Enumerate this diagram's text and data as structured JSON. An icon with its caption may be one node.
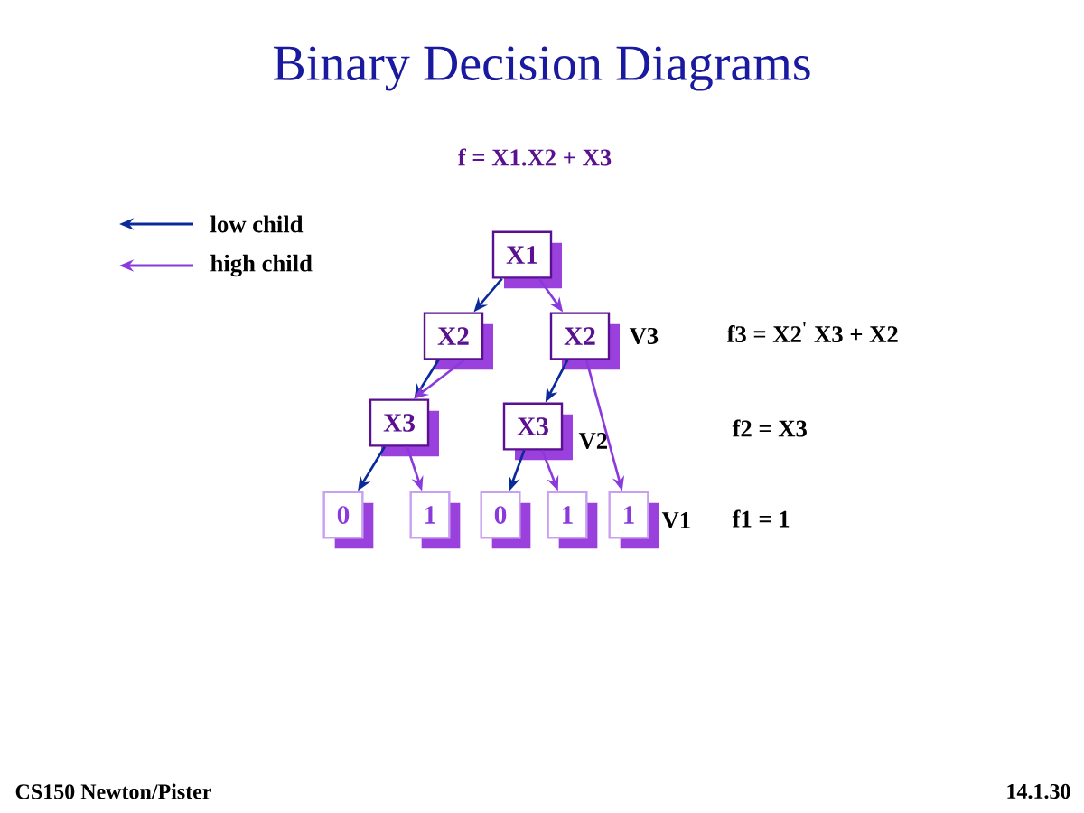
{
  "diagram": {
    "title": "Binary Decision Diagrams",
    "nodes": [
      {
        "text": [
          "X1"
        ]
      },
      {
        "text": [
          "X2"
        ]
      },
      {
        "text": [
          "X2"
        ],
        "beside": [
          "V3"
        ]
      },
      {
        "text": [
          "X3"
        ]
      },
      {
        "text": [
          "X3"
        ],
        "beside": [
          "V2"
        ]
      },
      {
        "text": [
          "0"
        ]
      },
      {
        "text": [
          "1"
        ]
      },
      {
        "text": [
          "0"
        ]
      },
      {
        "text": [
          "1"
        ]
      },
      {
        "text": [
          "1"
        ],
        "beside": [
          "V1"
        ]
      }
    ],
    "edges": [
      {
        "from": 0,
        "to": 1,
        "arrow": "to",
        "color": "#0a2a9a"
      },
      {
        "from": 0,
        "to": 2,
        "arrow": "to",
        "color": "#8a3adc"
      },
      {
        "from": 1,
        "to": 3,
        "arrow": "to",
        "color": "#0a2a9a"
      },
      {
        "from": 1,
        "to": 3,
        "arrow": "to",
        "color": "#8a3adc"
      },
      {
        "from": 2,
        "to": 4,
        "arrow": "to",
        "color": "#0a2a9a"
      },
      {
        "from": 2,
        "to": 9,
        "arrow": "to",
        "color": "#8a3adc"
      },
      {
        "from": 3,
        "to": 5,
        "arrow": "to",
        "color": "#0a2a9a"
      },
      {
        "from": 3,
        "to": 6,
        "arrow": "to",
        "color": "#8a3adc"
      },
      {
        "from": 4,
        "to": 7,
        "arrow": "to",
        "color": "#0a2a9a"
      },
      {
        "from": 4,
        "to": 8,
        "arrow": "to",
        "color": "#8a3adc"
      }
    ],
    "labels": [
      "f = X1.X2 + X3",
      "f3 = X2$^{'}$ X3 + X2",
      "f2 = X3",
      "f1 = 1",
      "CS150 Newton/Pister",
      "14.1.30"
    ],
    "legend": [
      {
        "text": "low child"
      },
      {
        "text": "high child"
      }
    ]
  }
}
